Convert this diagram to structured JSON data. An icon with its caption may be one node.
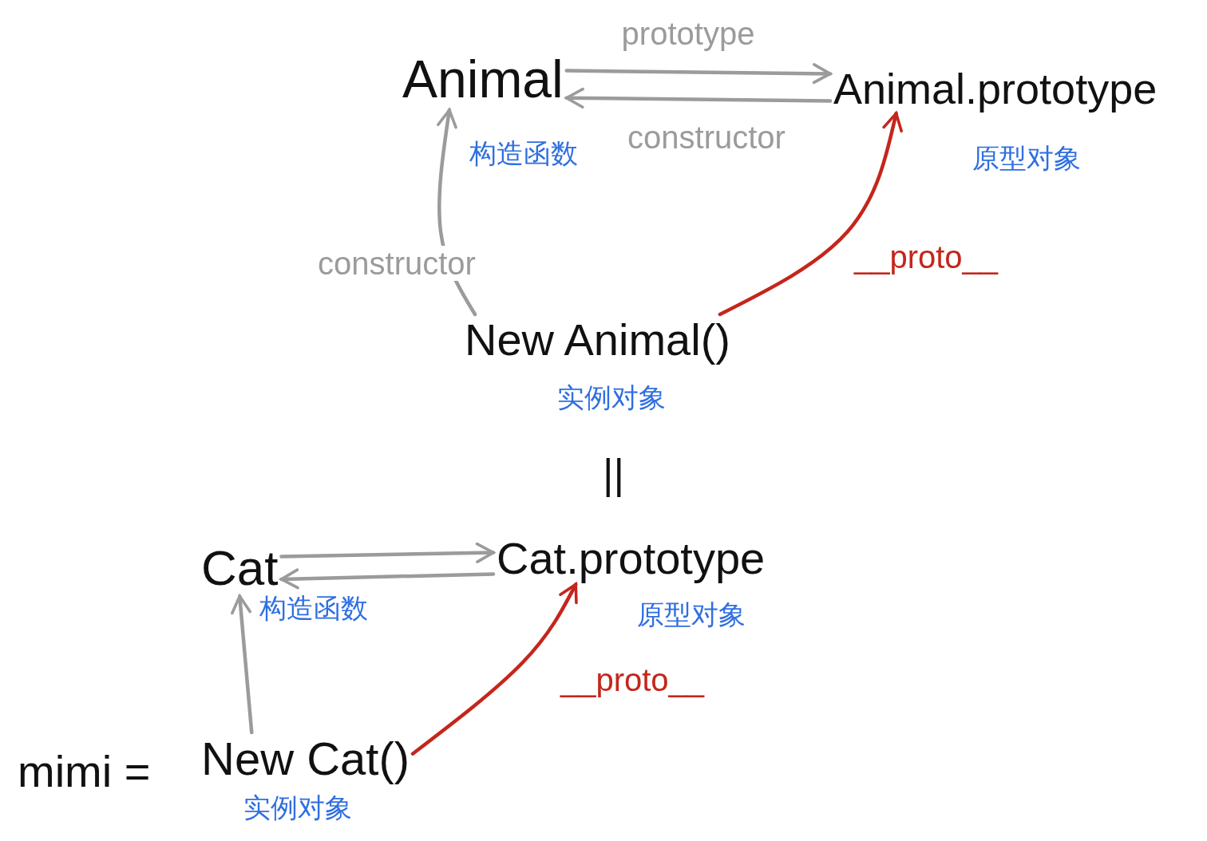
{
  "diagram": {
    "nodes": [
      {
        "text": [
          "Animal"
        ],
        "beside": [
          "构造函数"
        ]
      },
      {
        "text": [
          "Animal.prototype"
        ],
        "beside": [
          "原型对象"
        ]
      },
      {
        "text": [
          "New Animal()"
        ],
        "beside": [
          "实例对象"
        ]
      },
      {
        "text": [
          "Cat"
        ],
        "beside": [
          "构造函数"
        ]
      },
      {
        "text": [
          "Cat.prototype"
        ],
        "beside": [
          "原型对象"
        ]
      },
      {
        "text": [
          "New Cat()"
        ],
        "beside": [
          "实例对象"
        ]
      }
    ],
    "edges": [
      {
        "from": 0,
        "to": 1,
        "arrow": "to",
        "label": "prototype"
      },
      {
        "from": 1,
        "to": 0,
        "arrow": "to",
        "label": "constructor"
      },
      {
        "from": 2,
        "to": 0,
        "arrow": "to",
        "label": "constructor"
      },
      {
        "from": 2,
        "to": 1,
        "arrow": "to",
        "label": "__proto__",
        "color": "#c4261c"
      },
      {
        "from": 3,
        "to": 4,
        "arrow": "to"
      },
      {
        "from": 4,
        "to": 3,
        "arrow": "to"
      },
      {
        "from": 5,
        "to": 3,
        "arrow": "to"
      },
      {
        "from": 5,
        "to": 4,
        "arrow": "to",
        "label": "__proto__",
        "color": "#c4261c"
      }
    ],
    "labels": [
      "mimi =",
      "||"
    ]
  }
}
